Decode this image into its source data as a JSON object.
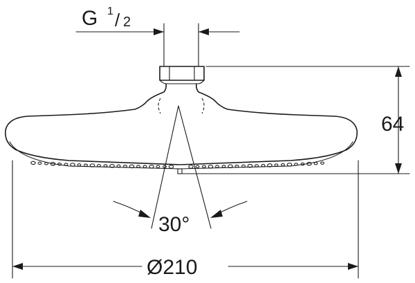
{
  "dimensions": {
    "thread": {
      "prefix": "G",
      "numerator": "1",
      "slash": "/",
      "denominator": "2"
    },
    "height": "64",
    "spray_angle": "30°",
    "diameter": "Ø210"
  },
  "colors": {
    "line": "#1a1a1a",
    "background": "#ffffff"
  }
}
